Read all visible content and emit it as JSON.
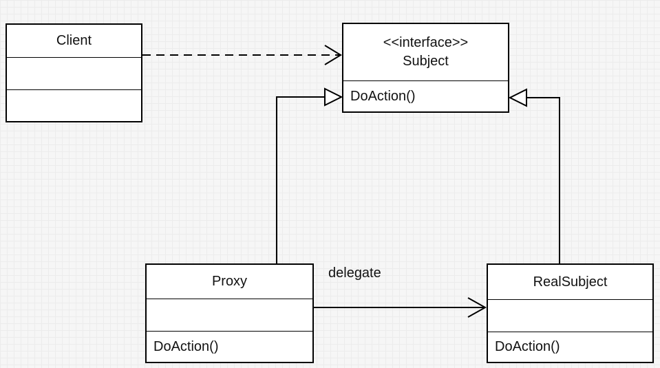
{
  "classes": {
    "client": {
      "name": "Client"
    },
    "subject": {
      "stereotype": "<<interface>>",
      "name": "Subject",
      "operation": "DoAction()"
    },
    "proxy": {
      "name": "Proxy",
      "operation": "DoAction()"
    },
    "realsubject": {
      "name": "RealSubject",
      "operation": "DoAction()"
    }
  },
  "relations": {
    "delegate_label": "delegate"
  }
}
